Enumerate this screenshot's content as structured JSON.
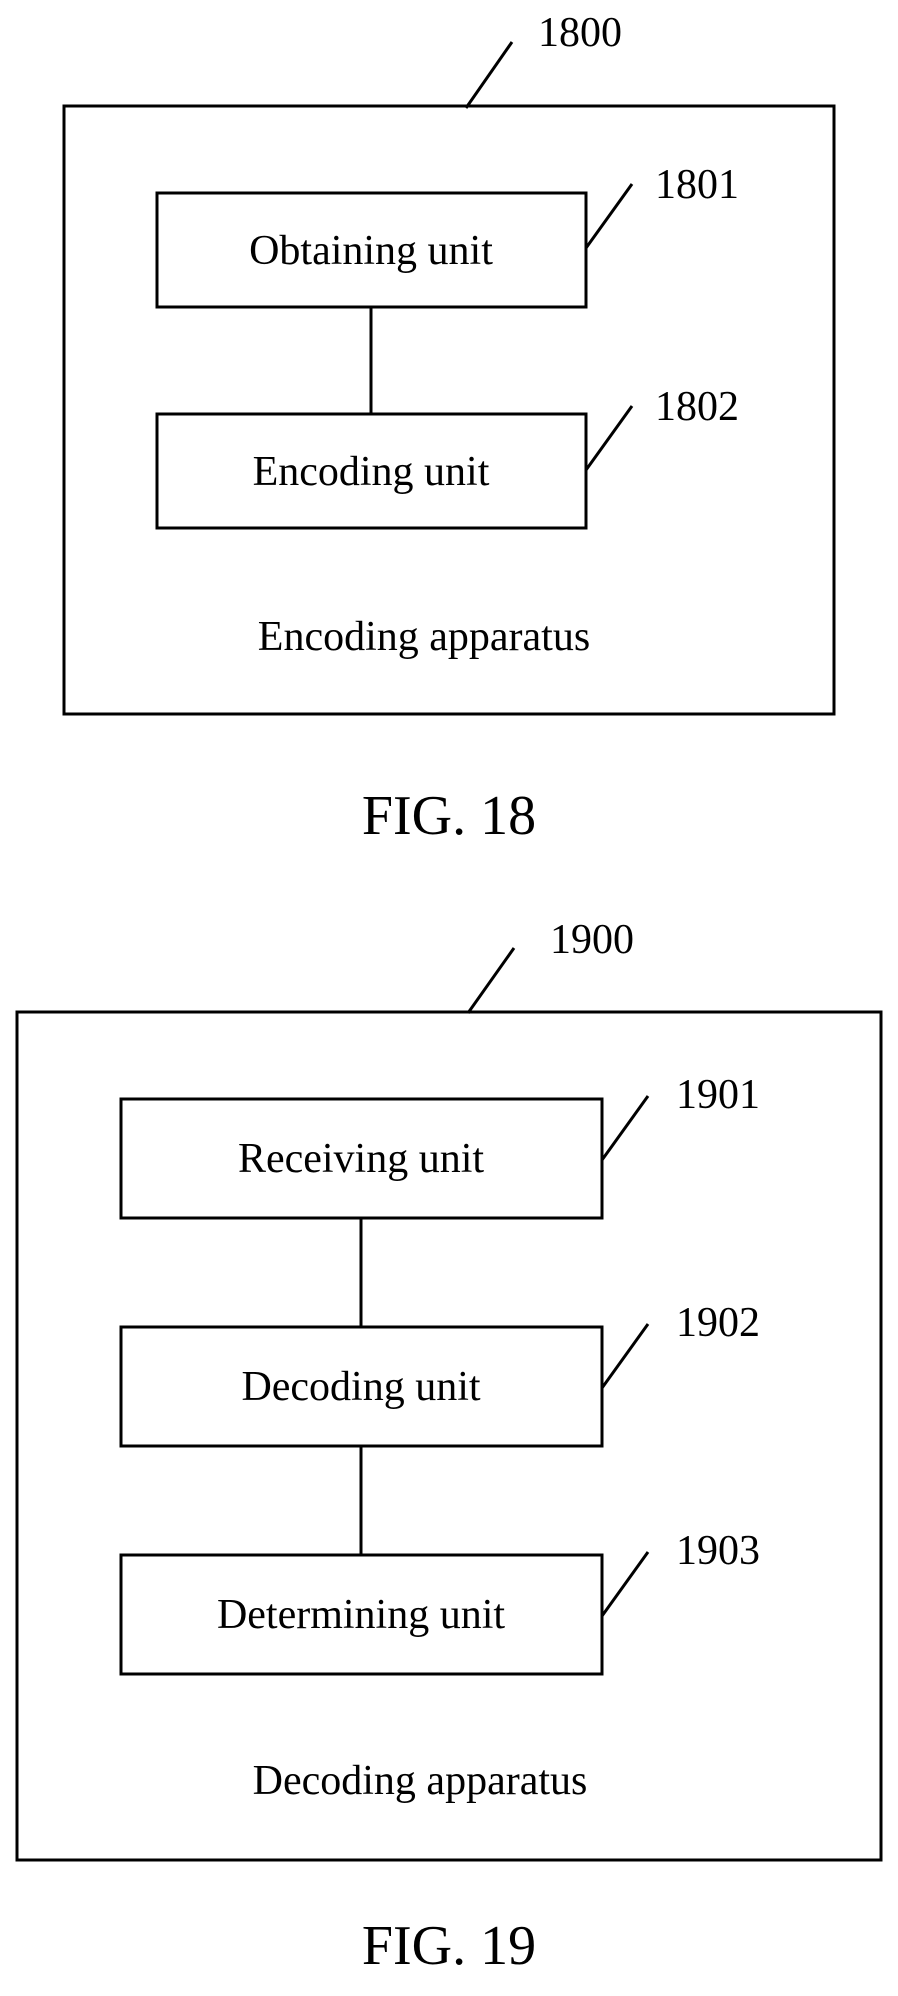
{
  "fig18": {
    "ref": "1800",
    "caption": "FIG. 18",
    "apparatus_label": "Encoding apparatus",
    "units": [
      {
        "ref": "1801",
        "label": "Obtaining unit"
      },
      {
        "ref": "1802",
        "label": "Encoding unit"
      }
    ]
  },
  "fig19": {
    "ref": "1900",
    "caption": "FIG. 19",
    "apparatus_label": "Decoding apparatus",
    "units": [
      {
        "ref": "1901",
        "label": "Receiving unit"
      },
      {
        "ref": "1902",
        "label": "Decoding unit"
      },
      {
        "ref": "1903",
        "label": "Determining unit"
      }
    ]
  }
}
